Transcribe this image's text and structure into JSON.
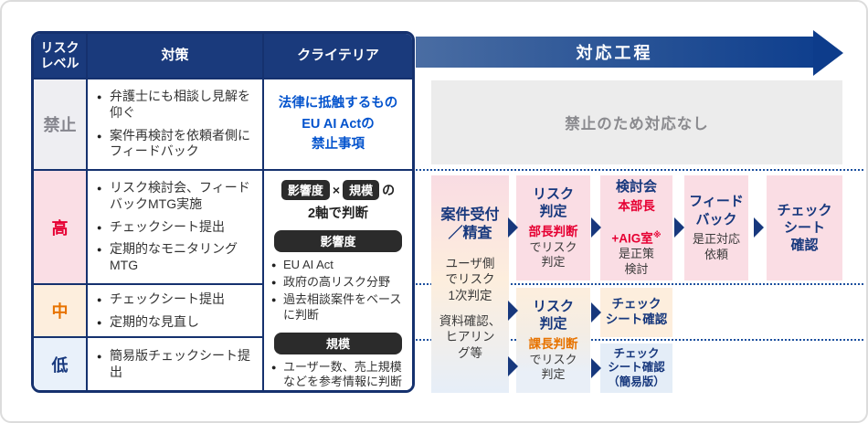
{
  "table": {
    "headers": {
      "risk_level": "リスク\nレベル",
      "measures": "対策",
      "criteria": "クライテリア"
    },
    "rows": [
      {
        "label": "禁止",
        "measures": [
          "弁護士にも相談し見解を仰ぐ",
          "案件再検討を依頼者側にフィードバック"
        ]
      },
      {
        "label": "高",
        "measures": [
          "リスク検討会、フィードバックMTG実施",
          "チェックシート提出",
          "定期的なモニタリングMTG"
        ]
      },
      {
        "label": "中",
        "measures": [
          "チェックシート提出",
          "定期的な見直し"
        ]
      },
      {
        "label": "低",
        "measures": [
          "簡易版チェックシート提出"
        ]
      }
    ],
    "criteria_prohibited": "法律に抵触するもの\nEU AI Actの\n禁止事項",
    "judgement": {
      "impact_pill": "影響度",
      "times": "×",
      "scale_pill": "規模",
      "particle": "の",
      "line2": "2軸で判断"
    },
    "impact": {
      "header": "影響度",
      "items": [
        "EU AI Act",
        "政府の高リスク分野",
        "過去相談案件をベースに判断"
      ]
    },
    "scale": {
      "header": "規模",
      "items": [
        "ユーザー数、売上規模などを参考情報に判断"
      ]
    }
  },
  "process": {
    "header_label": "対応工程",
    "prohibited_note": "禁止のため対応なし",
    "boxes": {
      "intake": {
        "title": "案件受付\n／精査",
        "body1": "ユーザ側\nでリスク\n1次判定",
        "body2": "資料確認、\nヒアリン\nグ等"
      },
      "risk_high": {
        "title": "リスク\n判定",
        "accent": "部長判断",
        "body": "でリスク\n判定"
      },
      "review": {
        "title": "検討会",
        "accent1": "本部長",
        "accent2": "+AIG室",
        "note": "※",
        "body": "是正策\n検討"
      },
      "feedback": {
        "title": "フィード\nバック",
        "body": "是正対応\n依頼"
      },
      "check_high": {
        "title": "チェック\nシート\n確認"
      },
      "risk_midlow": {
        "title": "リスク\n判定",
        "accent": "課長判断",
        "body": "でリスク\n判定"
      },
      "check_mid": {
        "title": "チェック\nシート確認"
      },
      "check_low": {
        "title": "チェック\nシート確認\n（簡易版）"
      }
    }
  },
  "colors": {
    "navy_header": "#1a3a7c",
    "navy_border": "#15316e",
    "navy_text": "#17387d",
    "criteria_blue": "#0353cd",
    "red_accent": "#e60033",
    "orange_accent": "#e77300",
    "prohibited_gray": "#85858d",
    "pink_box": "#fadde4",
    "cream_box": "#fdeedd",
    "lightblue_box": "#e4edf7",
    "gray_box": "#ececec",
    "pill_black": "#2b2b2b",
    "dotted_line": "#1b4f9e"
  }
}
